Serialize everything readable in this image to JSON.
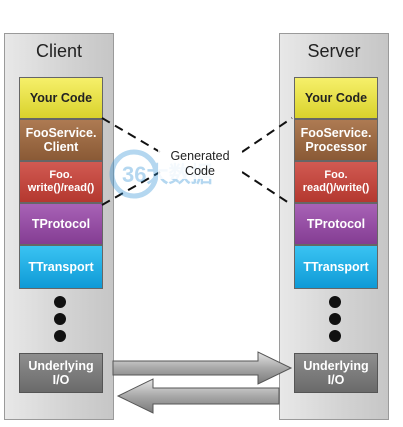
{
  "client": {
    "title": "Client",
    "layers": {
      "your_code": "Your Code",
      "service": "FooService.\nClient",
      "read_write": "Foo.\nwrite()/read()",
      "protocol": "TProtocol",
      "transport": "TTransport",
      "io": "Underlying\nI/O"
    }
  },
  "server": {
    "title": "Server",
    "layers": {
      "your_code": "Your Code",
      "service": "FooService.\nProcessor",
      "read_write": "Foo.\nread()/write()",
      "protocol": "TProtocol",
      "transport": "TTransport",
      "io": "Underlying\nI/O"
    }
  },
  "generated_code_label": "Generated\nCode",
  "watermark_text": "36大数据",
  "colors": {
    "your_code": "#e9e34a",
    "service": "#9a6a44",
    "read_write": "#c2473f",
    "protocol": "#944ea4",
    "transport": "#22aee4",
    "io": "#7c7c7c"
  }
}
